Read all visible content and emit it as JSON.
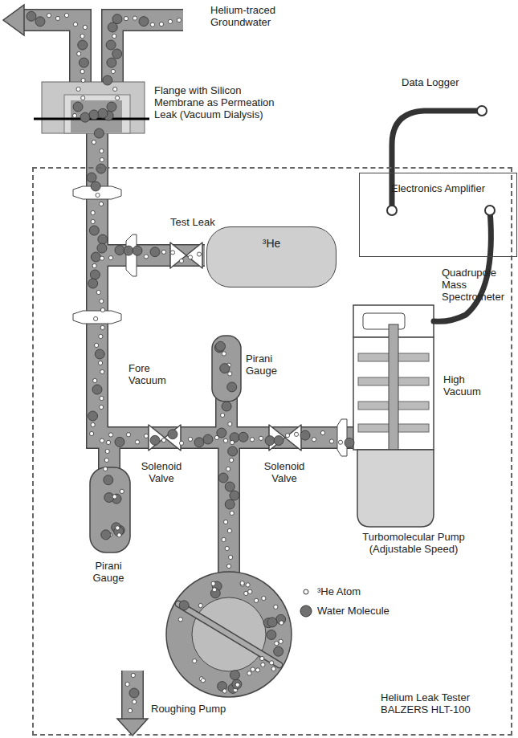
{
  "diagram": {
    "nodes": [
      {
        "text": [
          "Helium Leak Tester BALZERS HLT-100"
        ]
      },
      {
        "text": [
          "Electronics Amplifier"
        ],
        "in": 0
      },
      {
        "text": [
          "³He"
        ],
        "in": 0
      }
    ],
    "labels": [
      "Helium-traced Groundwater",
      "Flange with Silicon Membrane as Permeation Leak (Vacuum Dialysis)",
      "Data Logger",
      "Test Leak",
      "Quadrupole Mass Spectrometer",
      "Pirani Gauge",
      "Fore Vacuum",
      "High Vacuum",
      "Solenoid Valve",
      "Solenoid Valve",
      "Turbomolecular Pump (Adjustable Speed)",
      "Pirani Gauge",
      "Roughing Pump"
    ],
    "legend": [
      {
        "text": "³He Atom"
      },
      {
        "text": "Water Molecule"
      }
    ]
  }
}
